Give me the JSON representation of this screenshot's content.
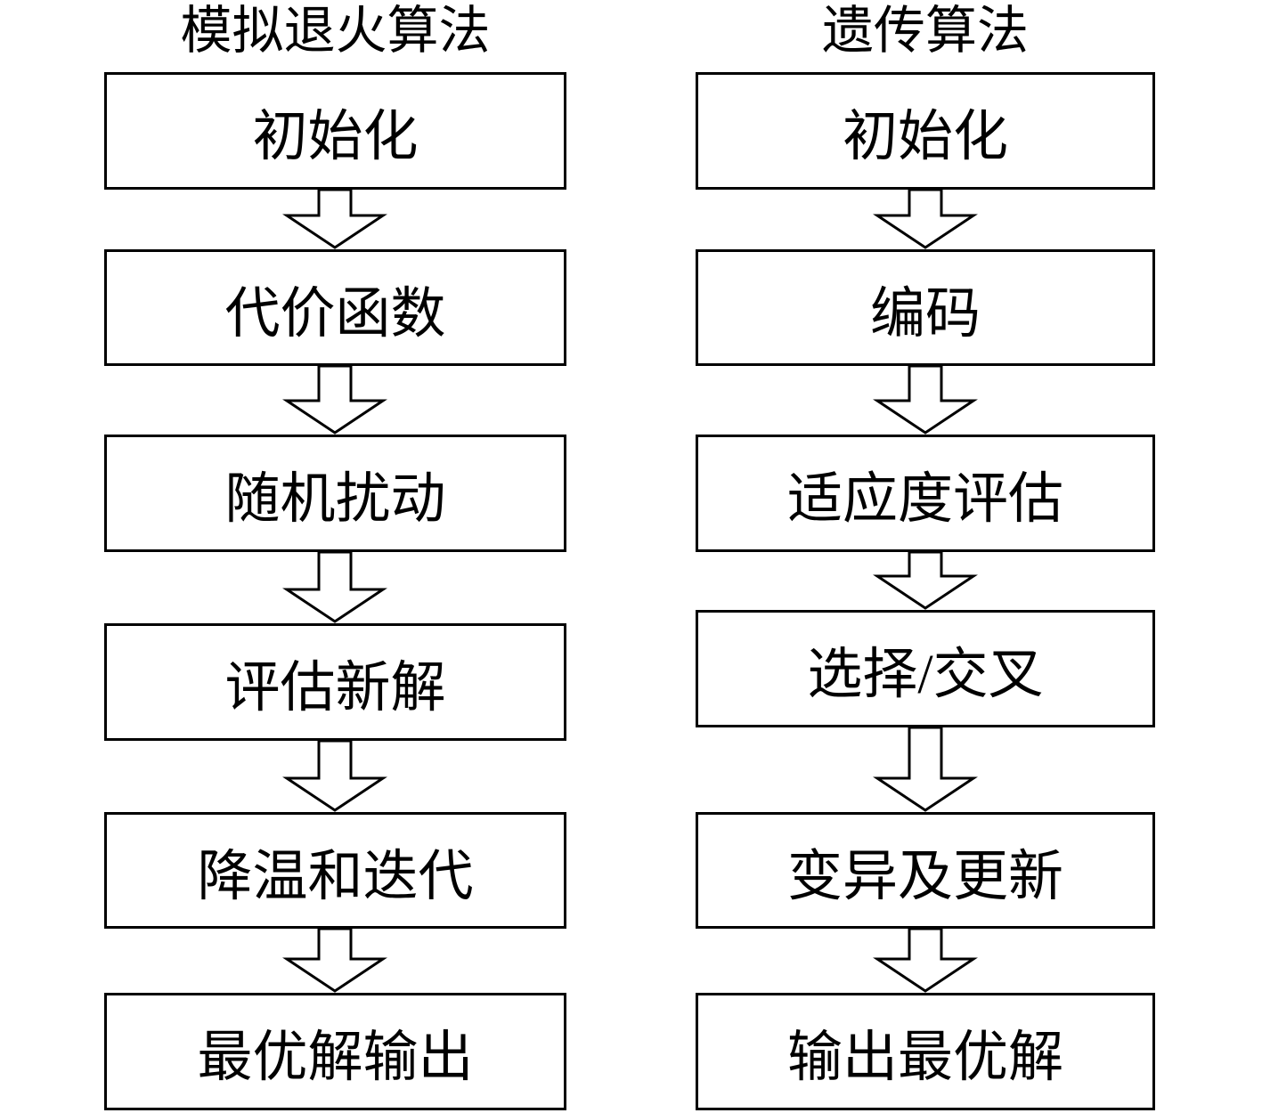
{
  "diagram": {
    "kind": "flowchart-comparison",
    "background_color": "#ffffff",
    "line_color": "#000000",
    "text_color": "#000000"
  },
  "columns": [
    {
      "title": "模拟退火算法",
      "steps": [
        "初始化",
        "代价函数",
        "随机扰动",
        "评估新解",
        "降温和迭代",
        "最优解输出"
      ]
    },
    {
      "title": "遗传算法",
      "steps": [
        "初始化",
        "编码",
        "适应度评估",
        "选择/交叉",
        "变异及更新",
        "输出最优解"
      ]
    }
  ]
}
